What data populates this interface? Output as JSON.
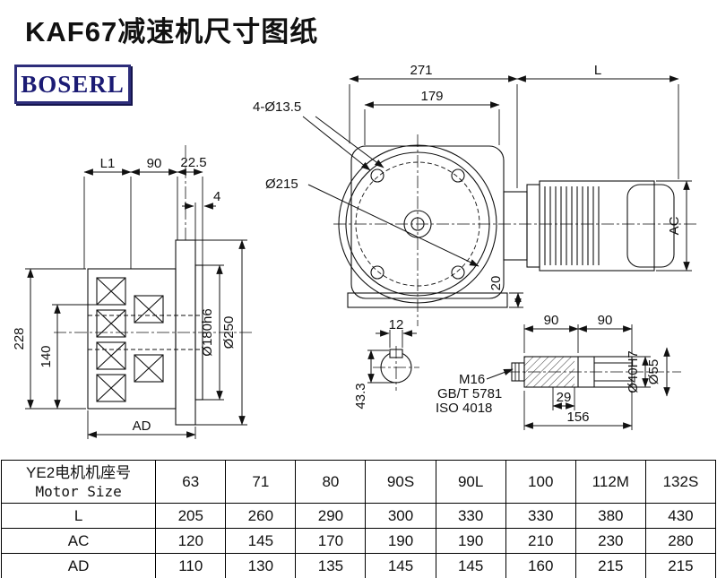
{
  "title": "KAF67减速机尺寸图纸",
  "logo": "BOSERL",
  "brand_color": "#1b1b74",
  "drawing": {
    "front": {
      "d271": "271",
      "dL": "L",
      "d179": "179",
      "holes": "4-Ø13.5",
      "d215": "Ø215",
      "dAC": "AC",
      "d20": "20"
    },
    "side": {
      "dL1": "L1",
      "d90": "90",
      "d22_5": "22.5",
      "d4": "4",
      "d228": "228",
      "d140": "140",
      "dAD": "AD",
      "d180": "Ø180h6",
      "d250": "Ø250"
    },
    "shaft_end": {
      "d12": "12",
      "d43_3": "43.3"
    },
    "shaft": {
      "d90a": "90",
      "d90b": "90",
      "m16": "M16",
      "gb": "GB/T 5781",
      "iso": "ISO 4018",
      "d29": "29",
      "d156": "156",
      "d40": "Ø40H7",
      "d55": "Ø55"
    }
  },
  "table": {
    "header_cn": "YE2电机机座号",
    "header_en": "Motor Size",
    "columns": [
      "63",
      "71",
      "80",
      "90S",
      "90L",
      "100",
      "112M",
      "132S"
    ],
    "rows": [
      {
        "label": "L",
        "values": [
          "205",
          "260",
          "290",
          "300",
          "330",
          "330",
          "380",
          "430"
        ]
      },
      {
        "label": "AC",
        "values": [
          "120",
          "145",
          "170",
          "190",
          "190",
          "210",
          "230",
          "280"
        ]
      },
      {
        "label": "AD",
        "values": [
          "110",
          "130",
          "135",
          "145",
          "145",
          "160",
          "215",
          "215"
        ]
      }
    ]
  }
}
